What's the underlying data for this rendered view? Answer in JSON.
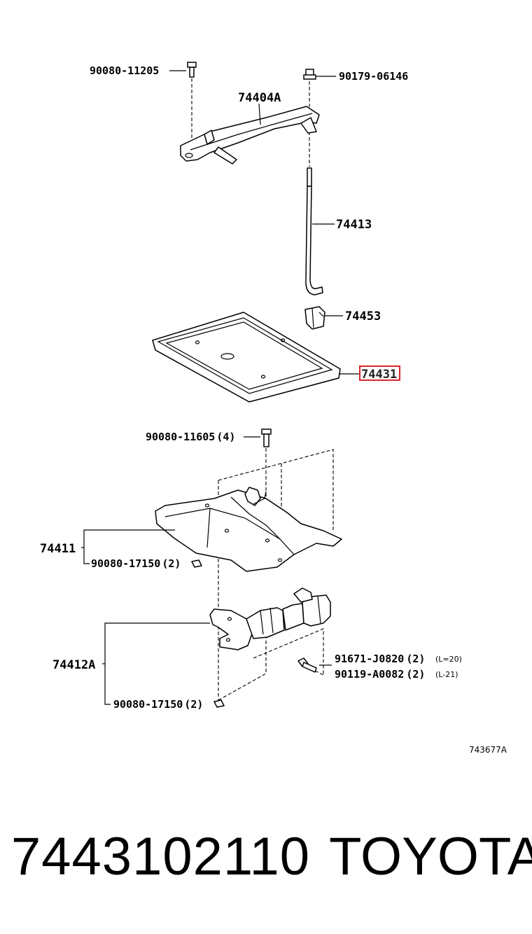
{
  "callouts": {
    "bolt_top_left": "90080-11205",
    "nut_top_right": "90179-06146",
    "clamp": "74404A",
    "rod": "74413",
    "clip": "74453",
    "tray": "74431",
    "bolt_mid": "90080-11605",
    "bolt_mid_qty": "(4)",
    "bracket": "74411",
    "nut_bracket": "90080-17150",
    "nut_bracket_qty": "(2)",
    "support": "74412A",
    "bolt_a": "91671-J0820",
    "bolt_a_qty": "(2)",
    "bolt_a_note": "(L=20)",
    "bolt_b": "90119-A0082",
    "bolt_b_qty": "(2)",
    "bolt_b_note": "(L-21)",
    "nut_support": "90080-17150",
    "nut_support_qty": "(2)"
  },
  "diagram_code": "743677A",
  "highlight_color": "#d9262b",
  "footer": {
    "part_number": "7443102110",
    "brand": "TOYOTA"
  }
}
